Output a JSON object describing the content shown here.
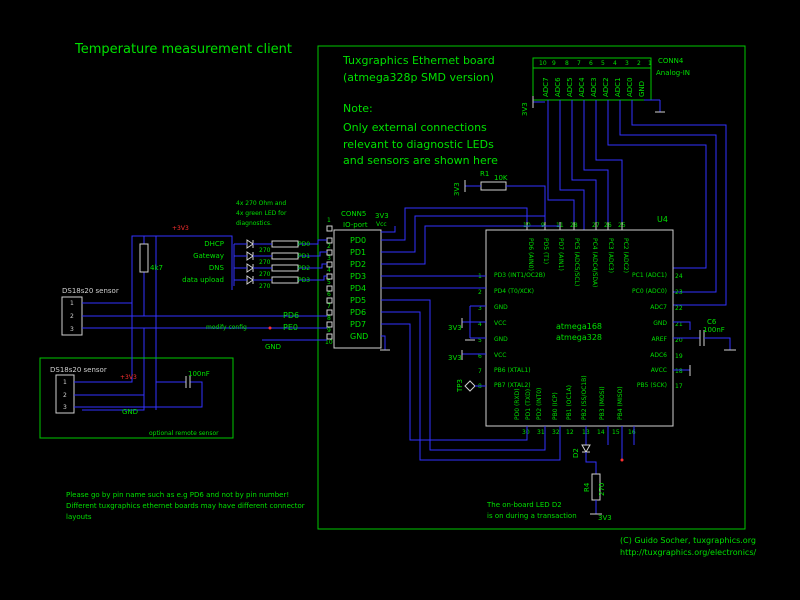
{
  "title": "Temperature measurement client",
  "board": {
    "line1": "Tuxgraphics Ethernet board",
    "line2": "(atmega328p SMD version)",
    "note_title": "Note:",
    "note1": "Only external connections",
    "note2": "relevant to diagnostic LEDs",
    "note3": "and sensors are shown here"
  },
  "conn4": {
    "name": "CONN4",
    "sub": "Analog-IN",
    "pins": [
      "ADC7",
      "ADC6",
      "ADC5",
      "ADC4",
      "ADC3",
      "ADC2",
      "ADC1",
      "ADC0",
      "GND"
    ],
    "nums": [
      "10",
      "9",
      "8",
      "7",
      "6",
      "5",
      "4",
      "3",
      "2",
      "1"
    ]
  },
  "conn5": {
    "name": "CONN5",
    "sub": "IO-port",
    "vcc": "3V3",
    "vcc_sub": "Vcc",
    "pins": [
      "PD0",
      "PD1",
      "PD2",
      "PD3",
      "PD4",
      "PD5",
      "PD6",
      "PD7",
      "GND"
    ],
    "nums": [
      "1",
      "2",
      "3",
      "4",
      "5",
      "6",
      "7",
      "8",
      "9",
      "10"
    ]
  },
  "u4": {
    "ref": "U4",
    "name1": "atmega168",
    "name2": "atmega328",
    "top_pins": [
      "PD6 (AIN0)",
      "PD5 (T1)",
      "PD7 (AIN1)",
      "PC5 (ADC5/SCL)",
      "PC4 (ADC4/SDA)",
      "PC3 (ADC3)",
      "PC2 (ADC2)"
    ],
    "top_nums": [
      "10",
      "9",
      "11",
      "28",
      "27",
      "26",
      "25"
    ],
    "left_pins": [
      "PD3 (INT1/OC2B)",
      "PD4 (T0/XCK)",
      "GND",
      "VCC",
      "GND",
      "VCC",
      "PB6 (XTAL1)",
      "PB7 (XTAL2)"
    ],
    "left_nums": [
      "1",
      "2",
      "3",
      "4",
      "5",
      "6",
      "7",
      "8"
    ],
    "right_pins": [
      "PC1 (ADC1)",
      "PC0 (ADC0)",
      "ADC7",
      "GND",
      "AREF",
      "ADC6",
      "AVCC",
      "PB5 (SCK)"
    ],
    "right_nums": [
      "24",
      "23",
      "22",
      "21",
      "20",
      "19",
      "18",
      "17"
    ],
    "bottom_pins": [
      "PD0 (RXD)",
      "PD1 (TXD)",
      "PD2 (INT0)",
      "PB0 (ICP)",
      "PB1 (OC1A)",
      "PB2 (SS/OC1B)",
      "PB3 (MOSI)",
      "PB4 (MISO)"
    ],
    "bottom_nums": [
      "30",
      "31",
      "32",
      "12",
      "13",
      "14",
      "15",
      "16"
    ]
  },
  "r1": {
    "ref": "R1",
    "value": "10K",
    "supply": "3V3"
  },
  "leds": {
    "note1": "4x 270 Ohm and",
    "note2": "4x green LED for",
    "note3": "diagnostics.",
    "labels": [
      "DHCP",
      "Gateway",
      "DNS",
      "data upload"
    ],
    "resistor": "270",
    "ports": [
      "PD0",
      "PD1",
      "PD2",
      "PD3"
    ]
  },
  "sensor1": {
    "name": "DS18s20 sensor",
    "pins": [
      "1",
      "2",
      "3"
    ],
    "supply": "+3V3",
    "resistor": "4k7",
    "pd6": "PD6",
    "pe0": "PE0",
    "config": "modify config",
    "gnd": "GND"
  },
  "sensor2": {
    "name": "DS18s20 sensor",
    "pins": [
      "1",
      "2",
      "3"
    ],
    "supply": "+3V3",
    "cap": "100nF",
    "gnd": "GND",
    "caption": "optional remote sensor"
  },
  "c6": {
    "ref": "C6",
    "value": "100nF"
  },
  "supplies": {
    "v3a": "3V3",
    "v3b": "3V3",
    "tp3": "TP3",
    "vcc": "Vcc"
  },
  "led_d2": {
    "ref": "D2",
    "res_ref": "R4",
    "res_val": "270",
    "supply": "3V3",
    "note1": "The on-board LED D2",
    "note2": "is on during a transaction"
  },
  "footnote": {
    "l1": "Please go by pin name such as e.g PD6 and not by pin number!",
    "l2": "Different tuxgraphics ethernet boards may have different connector",
    "l3": "layouts"
  },
  "credits": {
    "l1": "(C) Guido Socher, tuxgraphics.org",
    "l2": "http://tuxgraphics.org/electronics/"
  },
  "colors": {
    "bg": "#000000",
    "frame": "#00c800",
    "wire": "#3232ff",
    "text": "#00e000",
    "accent": "#ff3030",
    "pin": "#d0d0d0"
  }
}
